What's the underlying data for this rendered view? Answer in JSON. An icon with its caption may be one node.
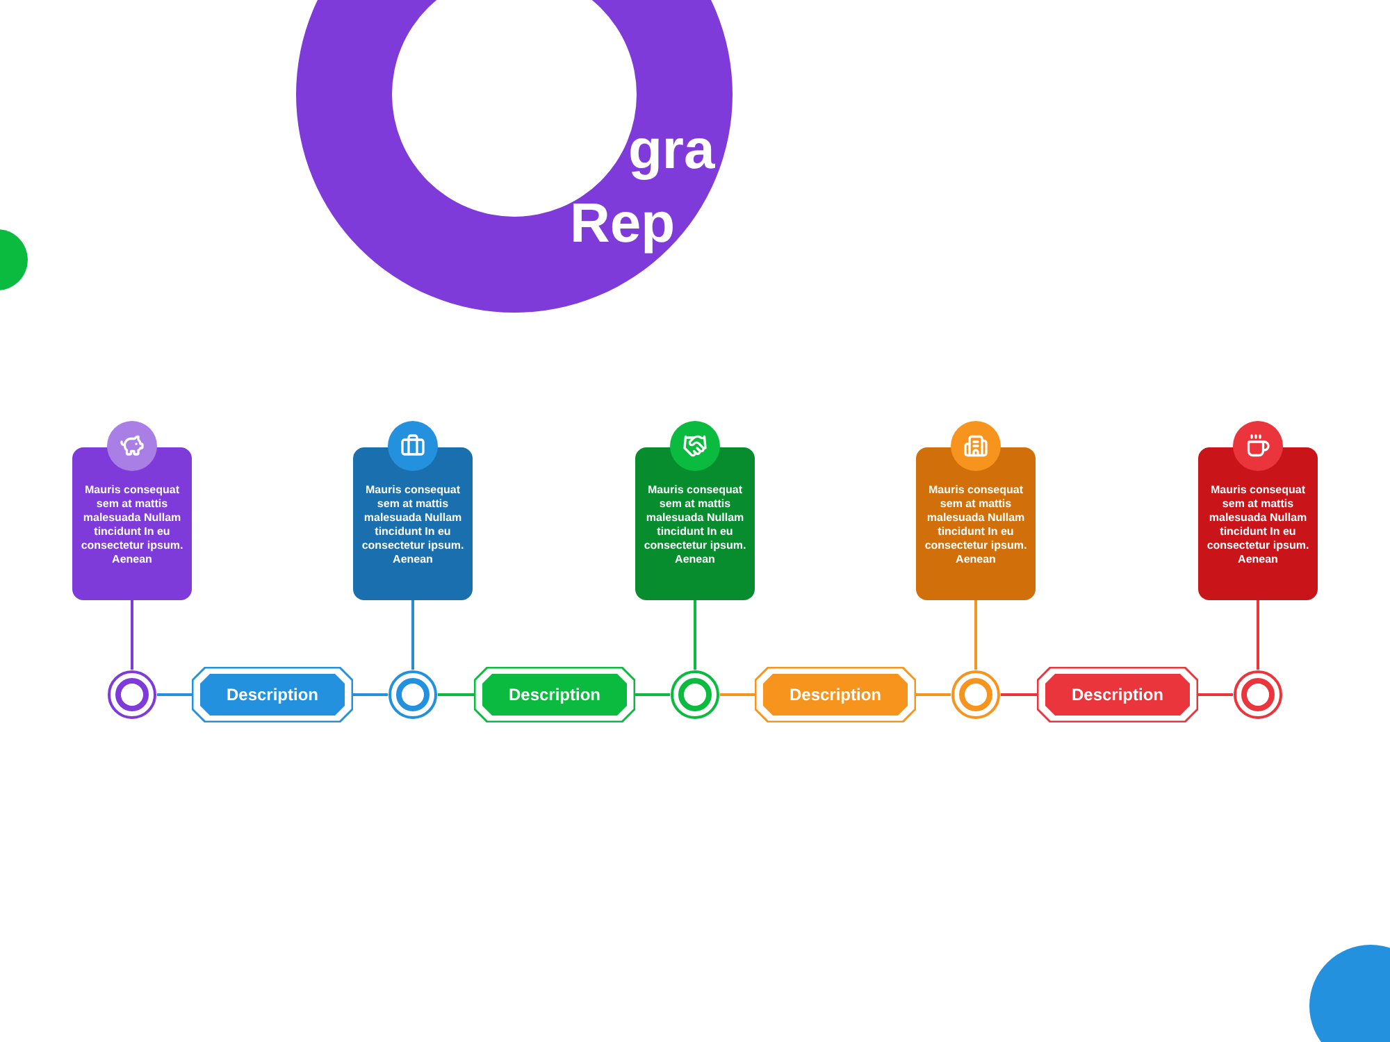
{
  "diagram": {
    "nodes": [
      {
        "text": [
          "Mauris consequat sem at mattis malesuada Nullam tincidunt In eu consectetur ipsum. Aenean"
        ]
      },
      {
        "text": [
          "Mauris consequat sem at mattis malesuada Nullam tincidunt In eu consectetur ipsum. Aenean"
        ]
      },
      {
        "text": [
          "Mauris consequat sem at mattis malesuada Nullam tincidunt In eu consectetur ipsum. Aenean"
        ]
      },
      {
        "text": [
          "Mauris consequat sem at mattis malesuada Nullam tincidunt In eu consectetur ipsum. Aenean"
        ]
      },
      {
        "text": [
          "Mauris consequat sem at mattis malesuada Nullam tincidunt In eu consectetur ipsum. Aenean"
        ]
      },
      {
        "text": [],
        "shape": "circle"
      },
      {
        "text": [],
        "shape": "circle"
      },
      {
        "text": [],
        "shape": "circle"
      },
      {
        "text": [],
        "shape": "circle"
      },
      {
        "text": [],
        "shape": "circle"
      },
      {
        "text": [
          "Description"
        ]
      },
      {
        "text": [
          "Description"
        ]
      },
      {
        "text": [
          "Description"
        ]
      },
      {
        "text": [
          "Description"
        ]
      }
    ],
    "edges": [
      {
        "from": 0,
        "to": 5,
        "arrow": "none",
        "color": "#7e3bd9"
      },
      {
        "from": 1,
        "to": 6,
        "arrow": "none",
        "color": "#2b8ad0"
      },
      {
        "from": 2,
        "to": 7,
        "arrow": "none",
        "color": "#0bbb3f"
      },
      {
        "from": 3,
        "to": 8,
        "arrow": "none",
        "color": "#f7941d"
      },
      {
        "from": 4,
        "to": 9,
        "arrow": "none",
        "color": "#e9353b"
      },
      {
        "from": 5,
        "to": 10,
        "arrow": "none",
        "color": "#2391de"
      },
      {
        "from": 10,
        "to": 6,
        "arrow": "none",
        "color": "#2391de"
      },
      {
        "from": 6,
        "to": 11,
        "arrow": "none",
        "color": "#0bbb3f"
      },
      {
        "from": 11,
        "to": 7,
        "arrow": "none",
        "color": "#0bbb3f"
      },
      {
        "from": 7,
        "to": 12,
        "arrow": "none",
        "color": "#f7941d"
      },
      {
        "from": 12,
        "to": 8,
        "arrow": "none",
        "color": "#f7941d"
      },
      {
        "from": 8,
        "to": 13,
        "arrow": "none",
        "color": "#e9353b"
      },
      {
        "from": 13,
        "to": 9,
        "arrow": "none",
        "color": "#e9353b"
      }
    ],
    "labels": [
      "gra",
      "Rep"
    ]
  }
}
